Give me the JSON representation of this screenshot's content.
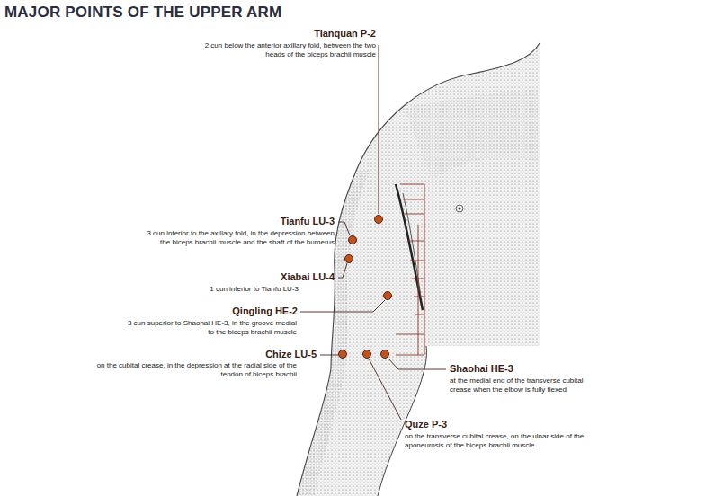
{
  "diagram": {
    "title": "MAJOR POINTS OF THE UPPER ARM",
    "labels": [
      "Tianquan P-2",
      "2 cun below the anterior axillary fold, between the two heads of the biceps brachii muscle",
      "Tianfu LU-3",
      "3 cun inferior to the axillary fold, in the depression between the biceps brachii muscle and the shaft of the humerus",
      "Xiabai LU-4",
      "1 cun inferior to Tianfu LU-3",
      "Qingling HE-2",
      "3 cun superior to Shaohai HE-3, in the groove medial to the biceps brachii muscle",
      "Chize LU-5",
      "on the cubital crease, in the depression at the radial side of the tendon of biceps brachii",
      "Shaohai HE-3",
      "at the medial end of the transverse cubital crease when the elbow is fully flexed",
      "Quze P-3",
      "on the transverse cubital crease, on the ulnar side of the aponeurosis of the biceps brachii muscle"
    ]
  }
}
